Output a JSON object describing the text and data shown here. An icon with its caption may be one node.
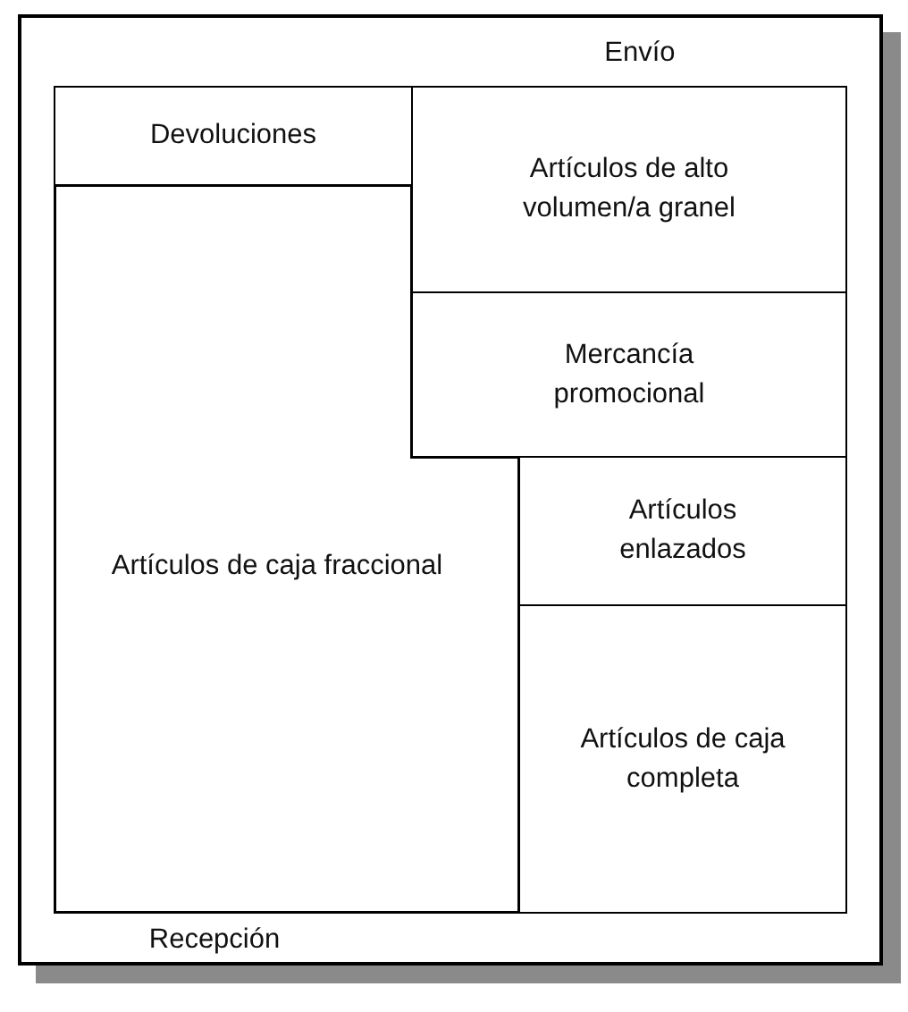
{
  "diagram": {
    "nodes": [
      {
        "text": [
          "Envío",
          "Recepción"
        ]
      },
      {
        "text": [
          "Devoluciones"
        ],
        "in": 0
      },
      {
        "text": [
          "Artículos de alto volumen/a granel"
        ],
        "in": 0
      },
      {
        "text": [
          "Mercancía promocional"
        ],
        "in": 0
      },
      {
        "text": [
          "Artículos enlazados"
        ],
        "in": 0
      },
      {
        "text": [
          "Artículos de caja fraccional"
        ],
        "in": 0
      },
      {
        "text": [
          "Artículos de caja completa"
        ],
        "in": 0
      }
    ],
    "edges": []
  }
}
